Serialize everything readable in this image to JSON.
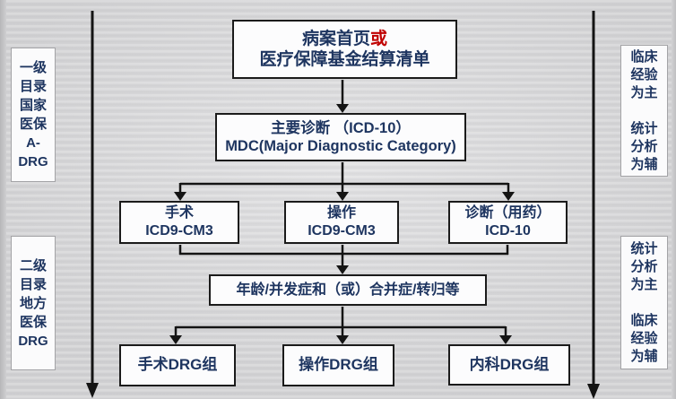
{
  "slide": {
    "description": "DRG grouping flowchart",
    "colors": {
      "text_navy": "#1e3560",
      "accent_red": "#c00000",
      "line_black": "#141414",
      "background": "#d8d8da"
    }
  },
  "flowchart": {
    "top_box": {
      "line1_prefix": "病案首页",
      "line1_highlight": "或",
      "line2": "医疗保障基金结算清单"
    },
    "mdc_box": {
      "line1": "主要诊断 （ICD-10）",
      "line2": "MDC(Major Diagnostic Category)"
    },
    "middle_boxes": [
      {
        "line1": "手术",
        "line2": "ICD9-CM3"
      },
      {
        "line1": "操作",
        "line2": "ICD9-CM3"
      },
      {
        "line1": "诊断（用药）",
        "line2": "ICD-10"
      }
    ],
    "age_box": {
      "label": "年龄/并发症和（或）合并症/转归等"
    },
    "bottom_boxes": [
      {
        "label": "手术DRG组"
      },
      {
        "label": "操作DRG组"
      },
      {
        "label": "内科DRG组"
      }
    ]
  },
  "side_labels": {
    "left_top": {
      "lines": [
        "一级",
        "目录",
        "国家",
        "医保",
        "A-",
        "DRG"
      ]
    },
    "left_bottom": {
      "lines": [
        "二级",
        "目录",
        "地方",
        "医保",
        "DRG"
      ]
    },
    "right_top": {
      "lines": [
        "临床",
        "经验",
        "为主",
        "",
        "统计",
        "分析",
        "为辅"
      ]
    },
    "right_bottom": {
      "lines": [
        "统计",
        "分析",
        "为主",
        "",
        "临床",
        "经验",
        "为辅"
      ]
    }
  }
}
